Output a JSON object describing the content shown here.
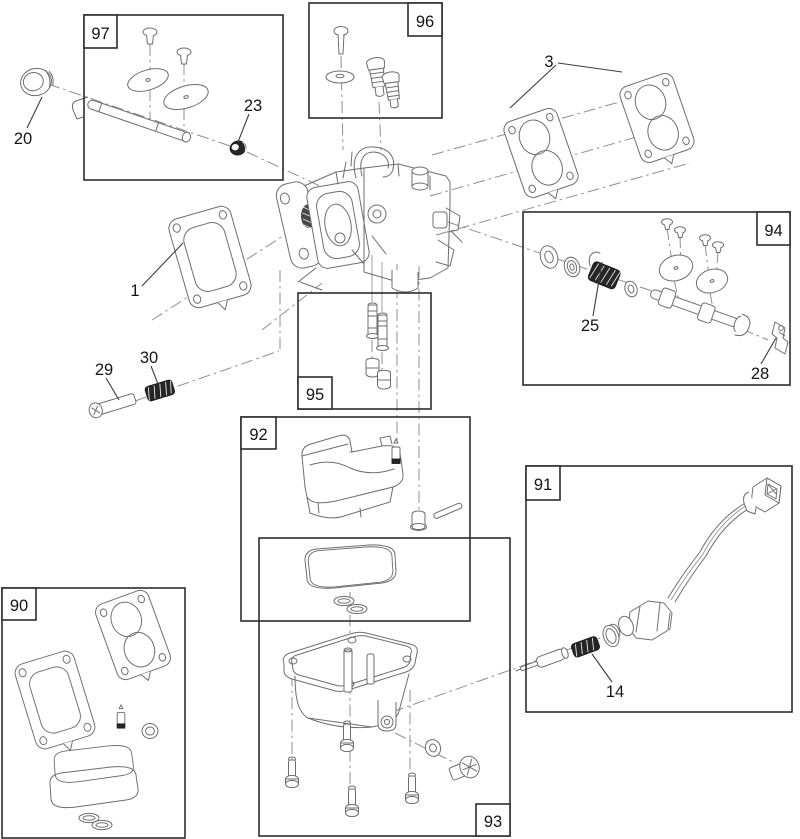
{
  "diagram": {
    "type": "exploded-parts-diagram",
    "subject": "Carburetor assembly exploded view",
    "background_color": "#ffffff",
    "line_color": "#6e6e6e",
    "centerline_color": "#8f8f8f",
    "box_border_color": "#2d2d2d",
    "label_text_color": "#141414",
    "callout_boxes": [
      {
        "id": "90",
        "label": "90",
        "label_corner": "top-left"
      },
      {
        "id": "91",
        "label": "91",
        "label_corner": "top-left"
      },
      {
        "id": "92",
        "label": "92",
        "label_corner": "top-left"
      },
      {
        "id": "93",
        "label": "93",
        "label_corner": "bottom-right"
      },
      {
        "id": "94",
        "label": "94",
        "label_corner": "top-right"
      },
      {
        "id": "95",
        "label": "95",
        "label_corner": "bottom-left"
      },
      {
        "id": "96",
        "label": "96",
        "label_corner": "top-right"
      },
      {
        "id": "97",
        "label": "97",
        "label_corner": "top-left"
      }
    ],
    "part_labels": [
      {
        "id": "1",
        "label": "1"
      },
      {
        "id": "3",
        "label": "3"
      },
      {
        "id": "14",
        "label": "14"
      },
      {
        "id": "20",
        "label": "20"
      },
      {
        "id": "23",
        "label": "23"
      },
      {
        "id": "25",
        "label": "25"
      },
      {
        "id": "28",
        "label": "28"
      },
      {
        "id": "29",
        "label": "29"
      },
      {
        "id": "30",
        "label": "30"
      }
    ]
  }
}
